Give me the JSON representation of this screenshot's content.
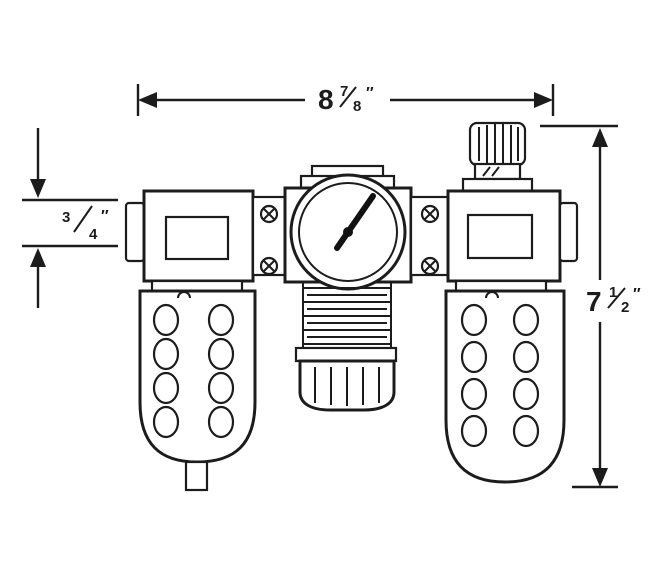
{
  "diagram": {
    "type": "technical-drawing",
    "background": "#ffffff",
    "line_color": "#1c1c1c",
    "dimensions": {
      "width": {
        "whole": "8",
        "numerator": "7",
        "denominator": "8",
        "unit": "″",
        "label": "8 7/8″"
      },
      "port": {
        "numerator": "3",
        "denominator": "4",
        "unit": "″",
        "label": "3/4″"
      },
      "height": {
        "whole": "7",
        "numerator": "1",
        "denominator": "2",
        "unit": "″",
        "label": "7 1/2″"
      }
    }
  }
}
